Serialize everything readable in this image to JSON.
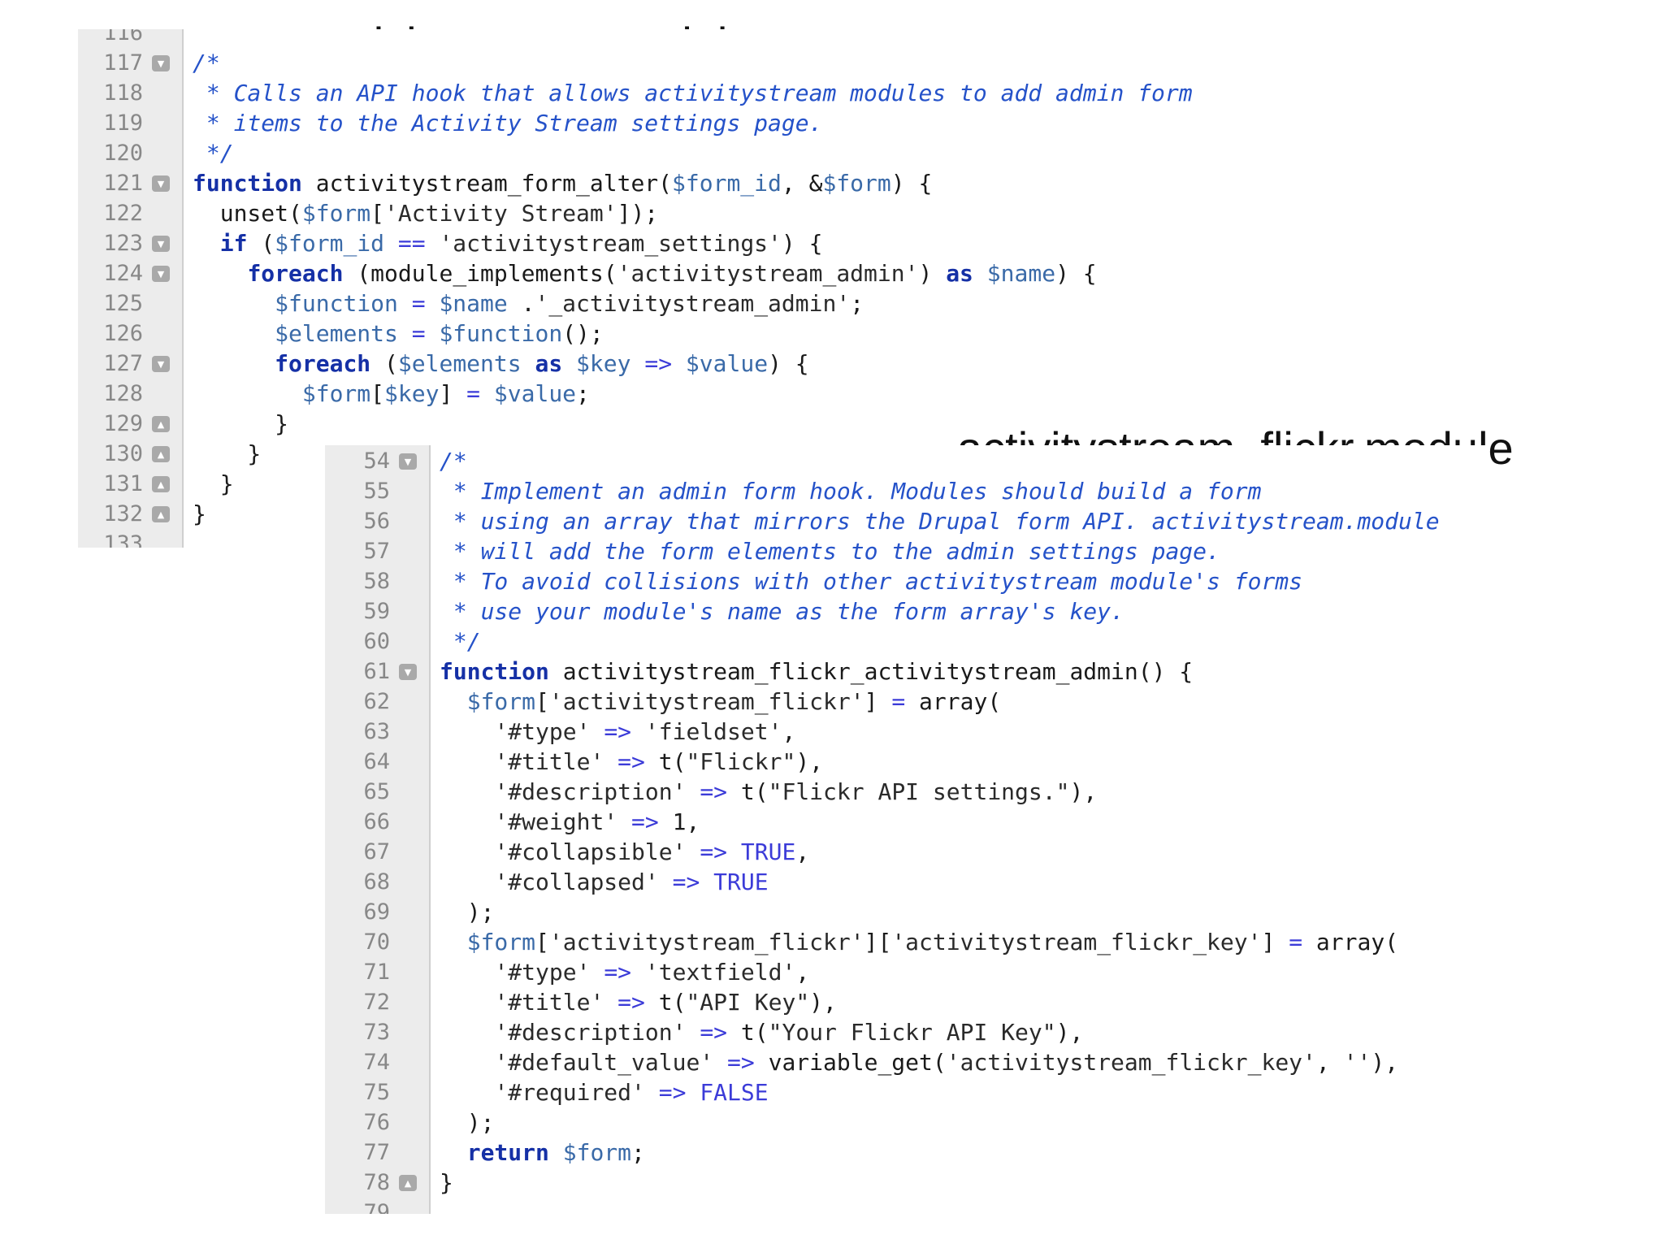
{
  "titles": {
    "file1": "activitystream.module",
    "file2": "activitystream_flickr.module"
  },
  "panel1": {
    "lines": [
      {
        "n": "116",
        "fold": "",
        "text": ""
      },
      {
        "n": "117",
        "fold": "down",
        "text": "/*"
      },
      {
        "n": "118",
        "fold": "",
        "text": " * Calls an API hook that allows activitystream modules to add admin form"
      },
      {
        "n": "119",
        "fold": "",
        "text": " * items to the Activity Stream settings page."
      },
      {
        "n": "120",
        "fold": "",
        "text": " */"
      },
      {
        "n": "121",
        "fold": "down",
        "text": "function activitystream_form_alter($form_id, &$form) {"
      },
      {
        "n": "122",
        "fold": "",
        "text": "  unset($form['Activity Stream']);"
      },
      {
        "n": "123",
        "fold": "down",
        "text": "  if ($form_id == 'activitystream_settings') {"
      },
      {
        "n": "124",
        "fold": "down",
        "text": "    foreach (module_implements('activitystream_admin') as $name) {"
      },
      {
        "n": "125",
        "fold": "",
        "text": "      $function = $name .'_activitystream_admin';"
      },
      {
        "n": "126",
        "fold": "",
        "text": "      $elements = $function();"
      },
      {
        "n": "127",
        "fold": "down",
        "text": "      foreach ($elements as $key => $value) {"
      },
      {
        "n": "128",
        "fold": "",
        "text": "        $form[$key] = $value;"
      },
      {
        "n": "129",
        "fold": "up",
        "text": "      }"
      },
      {
        "n": "130",
        "fold": "up",
        "text": "    }"
      },
      {
        "n": "131",
        "fold": "up",
        "text": "  }"
      },
      {
        "n": "132",
        "fold": "up",
        "text": "}"
      },
      {
        "n": "133",
        "fold": "",
        "text": ""
      }
    ]
  },
  "panel2": {
    "lines": [
      {
        "n": "54",
        "fold": "down",
        "text": "/*"
      },
      {
        "n": "55",
        "fold": "",
        "text": " * Implement an admin form hook. Modules should build a form"
      },
      {
        "n": "56",
        "fold": "",
        "text": " * using an array that mirrors the Drupal form API. activitystream.module"
      },
      {
        "n": "57",
        "fold": "",
        "text": " * will add the form elements to the admin settings page."
      },
      {
        "n": "58",
        "fold": "",
        "text": " * To avoid collisions with other activitystream module's forms"
      },
      {
        "n": "59",
        "fold": "",
        "text": " * use your module's name as the form array's key."
      },
      {
        "n": "60",
        "fold": "",
        "text": " */"
      },
      {
        "n": "61",
        "fold": "down",
        "text": "function activitystream_flickr_activitystream_admin() {"
      },
      {
        "n": "62",
        "fold": "",
        "text": "  $form['activitystream_flickr'] = array("
      },
      {
        "n": "63",
        "fold": "",
        "text": "    '#type' => 'fieldset',"
      },
      {
        "n": "64",
        "fold": "",
        "text": "    '#title' => t(\"Flickr\"),"
      },
      {
        "n": "65",
        "fold": "",
        "text": "    '#description' => t(\"Flickr API settings.\"),"
      },
      {
        "n": "66",
        "fold": "",
        "text": "    '#weight' => 1,"
      },
      {
        "n": "67",
        "fold": "",
        "text": "    '#collapsible' => TRUE,"
      },
      {
        "n": "68",
        "fold": "",
        "text": "    '#collapsed' => TRUE"
      },
      {
        "n": "69",
        "fold": "",
        "text": "  );"
      },
      {
        "n": "70",
        "fold": "",
        "text": "  $form['activitystream_flickr']['activitystream_flickr_key'] = array("
      },
      {
        "n": "71",
        "fold": "",
        "text": "    '#type' => 'textfield',"
      },
      {
        "n": "72",
        "fold": "",
        "text": "    '#title' => t(\"API Key\"),"
      },
      {
        "n": "73",
        "fold": "",
        "text": "    '#description' => t(\"Your Flickr API Key\"),"
      },
      {
        "n": "74",
        "fold": "",
        "text": "    '#default_value' => variable_get('activitystream_flickr_key', ''),"
      },
      {
        "n": "75",
        "fold": "",
        "text": "    '#required' => FALSE"
      },
      {
        "n": "76",
        "fold": "",
        "text": "  );"
      },
      {
        "n": "77",
        "fold": "",
        "text": "  return $form;"
      },
      {
        "n": "78",
        "fold": "up",
        "text": "}"
      },
      {
        "n": "79",
        "fold": "",
        "text": ""
      }
    ]
  }
}
